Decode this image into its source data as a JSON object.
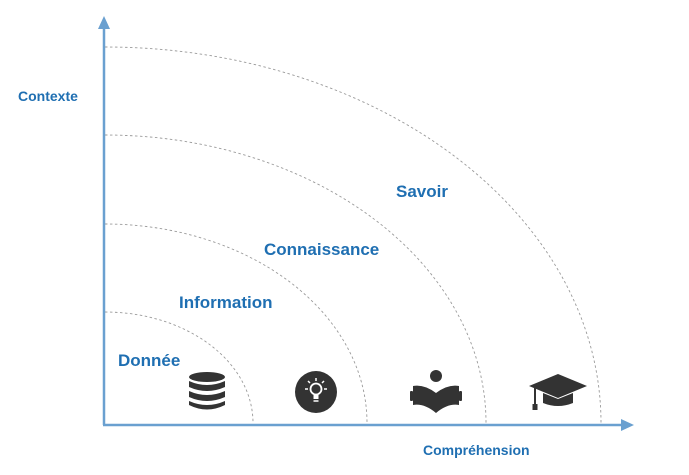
{
  "axes": {
    "y_label": "Contexte",
    "x_label": "Compréhension",
    "color": "#6aa0d0"
  },
  "levels": [
    {
      "label": "Donnée",
      "icon": "database-icon"
    },
    {
      "label": "Information",
      "icon": "lightbulb-icon"
    },
    {
      "label": "Connaissance",
      "icon": "reading-person-icon"
    },
    {
      "label": "Savoir",
      "icon": "graduation-cap-icon"
    }
  ],
  "colors": {
    "label": "#1f6fb2",
    "arc": "#9a9a9a",
    "icon": "#333333"
  }
}
